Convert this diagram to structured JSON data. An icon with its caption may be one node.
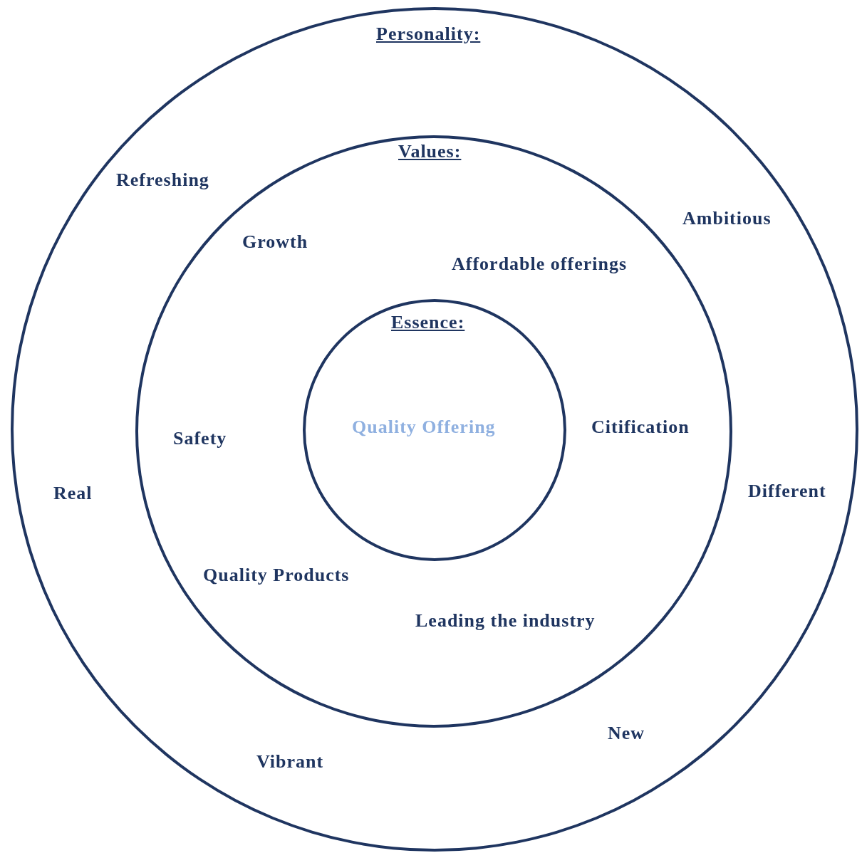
{
  "diagram": {
    "nodes": [
      {
        "text": [
          "Personality:"
        ]
      },
      {
        "text": [
          "Values:",
          "Growth",
          "Affordable offerings",
          "Safety",
          "Citification",
          "Quality Products",
          "Leading the industry"
        ],
        "in": 0
      },
      {
        "text": [
          "Essence:",
          "Quality Offering"
        ],
        "in": 1
      }
    ],
    "labels": [
      "Refreshing",
      "Ambitious",
      "Real",
      "Different",
      "New",
      "Vibrant"
    ]
  }
}
